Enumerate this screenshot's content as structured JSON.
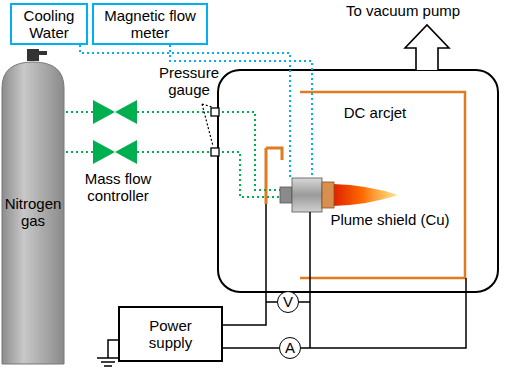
{
  "diagram": {
    "nodes": [
      {
        "text": [
          "Cooling Water"
        ]
      },
      {
        "text": [
          "Magnetic flow meter"
        ]
      },
      {
        "text": [
          "Nitrogen gas"
        ]
      },
      {
        "text": [
          "V"
        ]
      },
      {
        "text": [
          "Power supply"
        ]
      },
      {
        "text": [
          "A"
        ]
      }
    ],
    "edges": [
      {
        "from": 4,
        "to": 5,
        "arrow": "none"
      }
    ],
    "labels": [
      "To vacuum pump",
      "Pressure gauge",
      "Mass flow controller",
      "DC arcjet",
      "Plume shield (Cu)"
    ]
  }
}
